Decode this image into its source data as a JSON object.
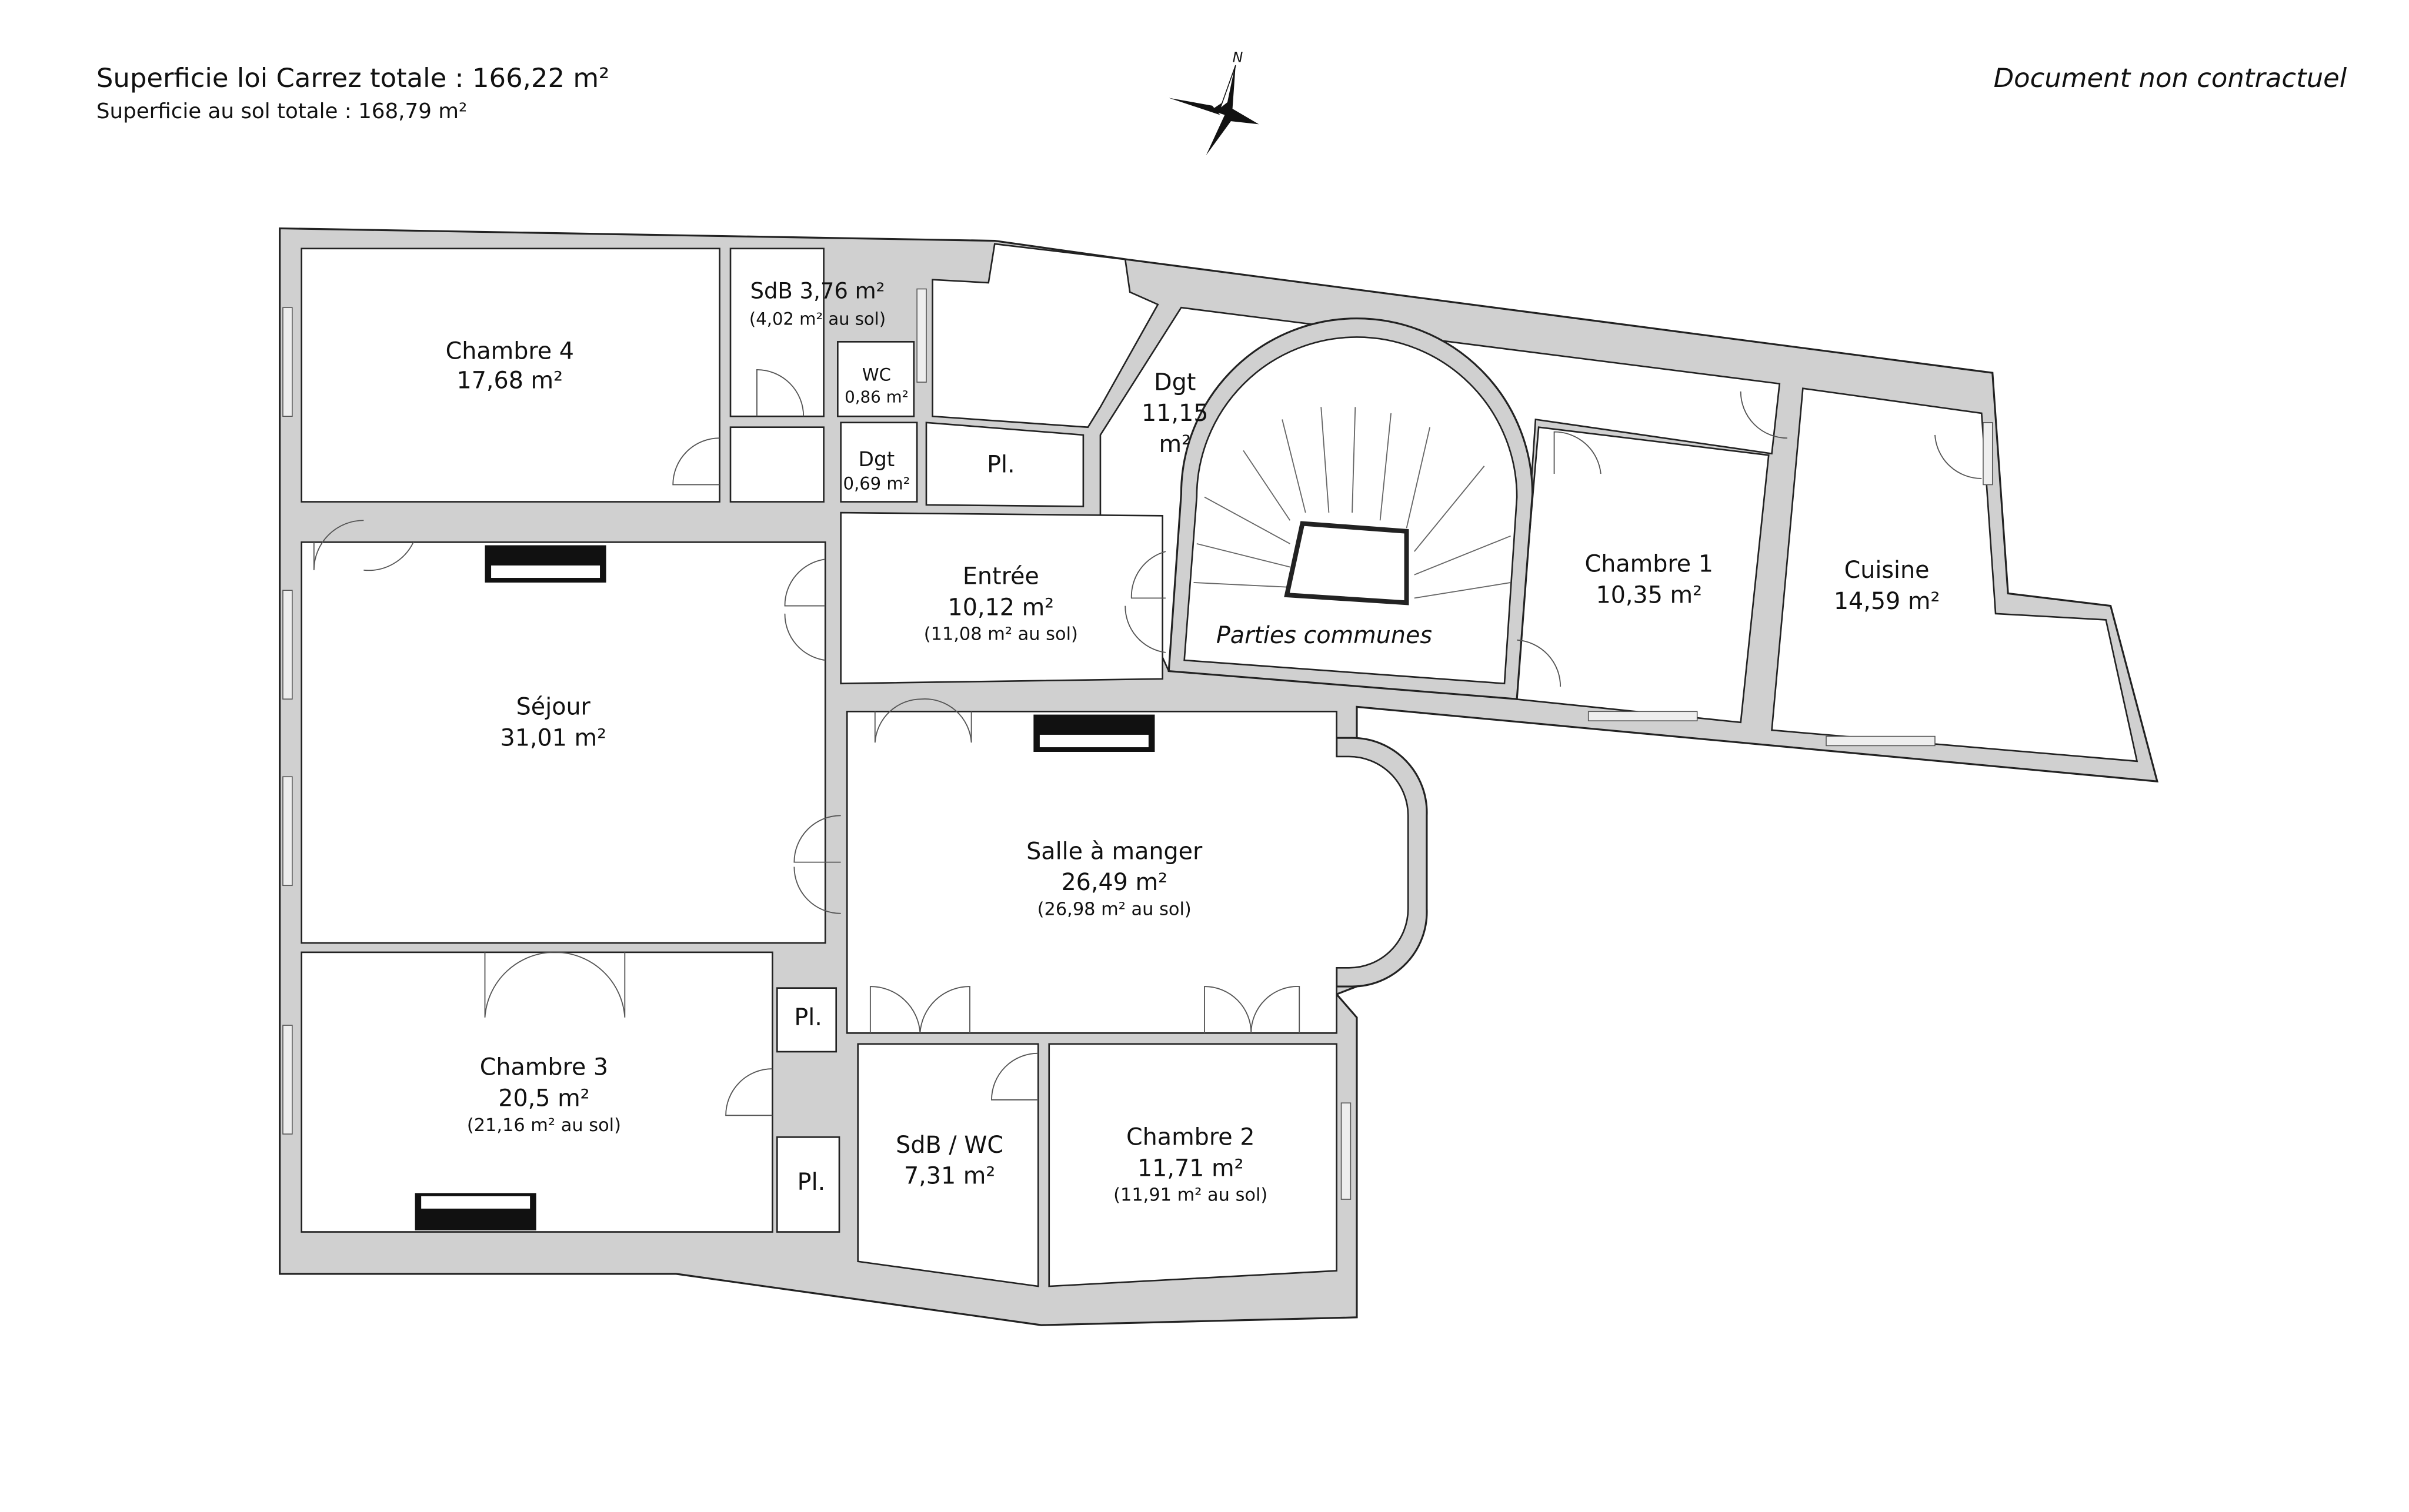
{
  "header": {
    "carrez_total": "Superficie loi Carrez totale :  166,22 m²",
    "sol_total": "Superficie au sol totale :  168,79 m²",
    "disclaimer": "Document non contractuel",
    "compass_label": "N"
  },
  "rooms": {
    "chambre4": {
      "name": "Chambre 4",
      "area": "17,68 m²"
    },
    "sdb": {
      "name": "SdB 3,76 m²",
      "sol": "(4,02 m² au sol)"
    },
    "wc": {
      "name": "WC",
      "area": "0,86 m²"
    },
    "dgt_small": {
      "name": "Dgt",
      "area": "0,69 m²"
    },
    "placard1": {
      "name": "Pl."
    },
    "dgt": {
      "name": "Dgt",
      "area1": "11,15",
      "area2": "m²"
    },
    "entree": {
      "name": "Entrée",
      "area": "10,12 m²",
      "sol": "(11,08 m² au sol)"
    },
    "parties_communes": {
      "name": "Parties communes"
    },
    "chambre1": {
      "name": "Chambre 1",
      "area": "10,35 m²"
    },
    "cuisine": {
      "name": "Cuisine",
      "area": "14,59 m²"
    },
    "sejour": {
      "name": "Séjour",
      "area": "31,01 m²"
    },
    "salle_a_manger": {
      "name": "Salle à manger",
      "area": "26,49 m²",
      "sol": "(26,98 m² au sol)"
    },
    "chambre3": {
      "name": "Chambre 3",
      "area": "20,5 m²",
      "sol": "(21,16 m² au sol)"
    },
    "placard2": {
      "name": "Pl."
    },
    "placard3": {
      "name": "Pl."
    },
    "sdb_wc": {
      "name": "SdB / WC",
      "area": "7,31 m²"
    },
    "chambre2": {
      "name": "Chambre 2",
      "area": "11,71 m²",
      "sol": "(11,91 m² au sol)"
    }
  }
}
